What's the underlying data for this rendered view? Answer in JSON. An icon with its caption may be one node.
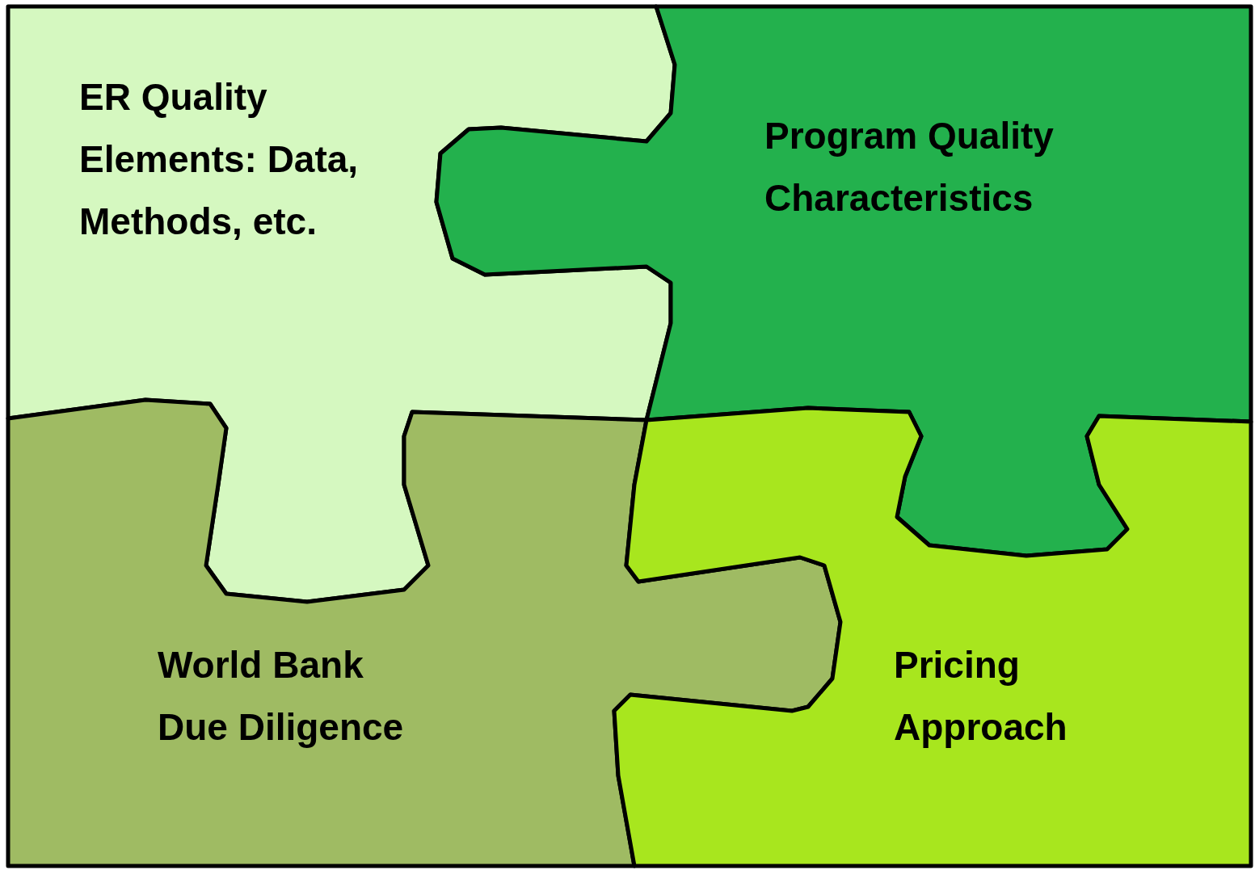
{
  "diagram": {
    "nodes": [
      {
        "text": [
          "ER Quality Elements: Data, Methods, etc."
        ]
      },
      {
        "text": [
          "Program Quality Characteristics"
        ]
      },
      {
        "text": [
          "World Bank Due Diligence"
        ]
      },
      {
        "text": [
          "Pricing Approach"
        ]
      }
    ],
    "edges": []
  }
}
